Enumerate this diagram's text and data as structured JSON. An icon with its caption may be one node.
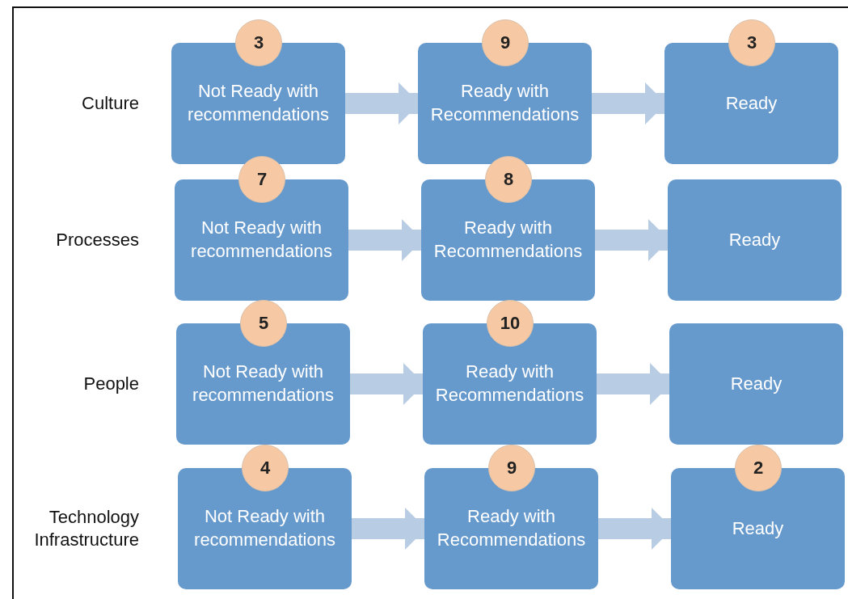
{
  "diagram": {
    "nodes": [
      {
        "text": [
          "3"
        ]
      },
      {
        "text": [
          "Not Ready with recommendations"
        ]
      },
      {
        "text": [
          "9"
        ]
      },
      {
        "text": [
          "Ready with Recommendations"
        ]
      },
      {
        "text": [
          "3"
        ]
      },
      {
        "text": [
          "Ready"
        ]
      },
      {
        "text": [
          "7"
        ]
      },
      {
        "text": [
          "Not Ready with recommendations"
        ]
      },
      {
        "text": [
          "8"
        ]
      },
      {
        "text": [
          "Ready with Recommendations"
        ]
      },
      {
        "text": [
          "Ready"
        ]
      },
      {
        "text": [
          "5"
        ]
      },
      {
        "text": [
          "Not Ready with recommendations"
        ]
      },
      {
        "text": [
          "10"
        ]
      },
      {
        "text": [
          "Ready with Recommendations"
        ]
      },
      {
        "text": [
          "Ready"
        ]
      },
      {
        "text": [
          "4"
        ]
      },
      {
        "text": [
          "Not Ready with recommendations"
        ]
      },
      {
        "text": [
          "9"
        ]
      },
      {
        "text": [
          "Ready with Recommendations"
        ]
      },
      {
        "text": [
          "2"
        ]
      },
      {
        "text": [
          "Ready"
        ]
      }
    ],
    "edges": [
      {
        "from": 1,
        "to": 3,
        "arrow": "to"
      },
      {
        "from": 3,
        "to": 5,
        "arrow": "to"
      },
      {
        "from": 7,
        "to": 9,
        "arrow": "to"
      },
      {
        "from": 9,
        "to": 10,
        "arrow": "to"
      },
      {
        "from": 12,
        "to": 14,
        "arrow": "to"
      },
      {
        "from": 14,
        "to": 15,
        "arrow": "to"
      },
      {
        "from": 17,
        "to": 19,
        "arrow": "to"
      },
      {
        "from": 19,
        "to": 21,
        "arrow": "to"
      }
    ],
    "labels": [
      "Culture",
      "Processes",
      "People",
      "Technology Infrastructure"
    ]
  }
}
